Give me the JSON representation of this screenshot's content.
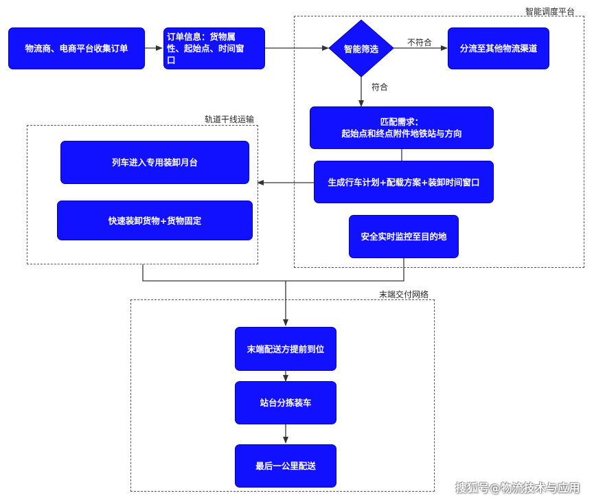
{
  "regions": {
    "platform": "智能调度平台",
    "trunk": "轨道干线运输",
    "delivery": "末端交付网络"
  },
  "nodes": {
    "collect": "物流商、电商平台收集订单",
    "order_info": "订单信息：货物属\n性、起始点、时间窗\n口",
    "filter": "智能筛选",
    "divert": "分流至其他物流渠道",
    "match": "匹配需求：\n起始点和终点附件地铁站与方向",
    "plan": "生成行车计划+配载方案+装卸时间窗口",
    "monitor": "安全实时监控至目的地",
    "train_enter": "列车进入专用装卸月台",
    "fast_load": "快速装卸货物+货物固定",
    "advance": "末端配送方提前到位",
    "sort": "站台分拣装车",
    "last_mile": "最后一公里配送"
  },
  "edge_labels": {
    "not_match": "不符合",
    "match": "符合"
  },
  "watermark": "搜狐号@物流技术与应用",
  "colors": {
    "node_fill": "#1111ff",
    "node_border": "#0000b0",
    "line": "#333333"
  }
}
